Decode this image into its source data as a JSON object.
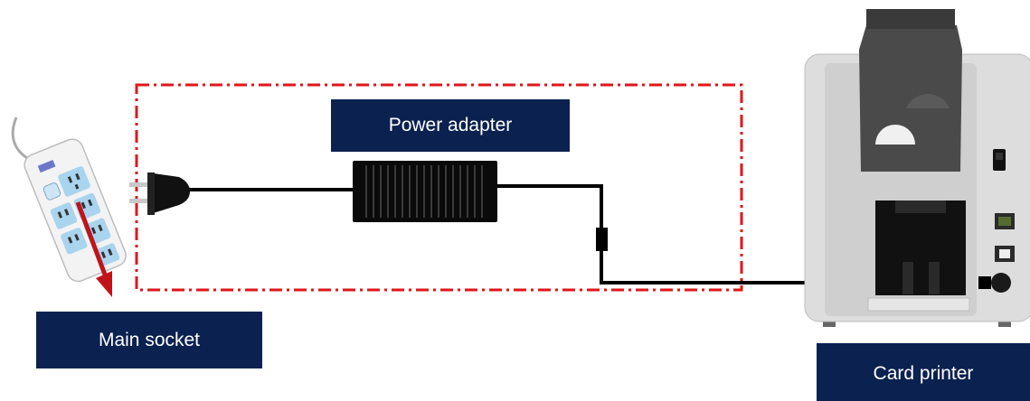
{
  "labels": {
    "power_adapter": "Power adapter",
    "main_socket": "Main socket",
    "card_printer": "Card printer"
  },
  "colors": {
    "label_background": "#0b2150",
    "label_text": "#ffffff",
    "dashed_boundary": "#e0161b",
    "arrow": "#c0131a",
    "cable": "#000000",
    "printer_body": "#dcdcdc",
    "printer_cover": "#4a4a4a",
    "power_strip": "#f2f2f2",
    "socket_inset": "#a9d4ee"
  }
}
